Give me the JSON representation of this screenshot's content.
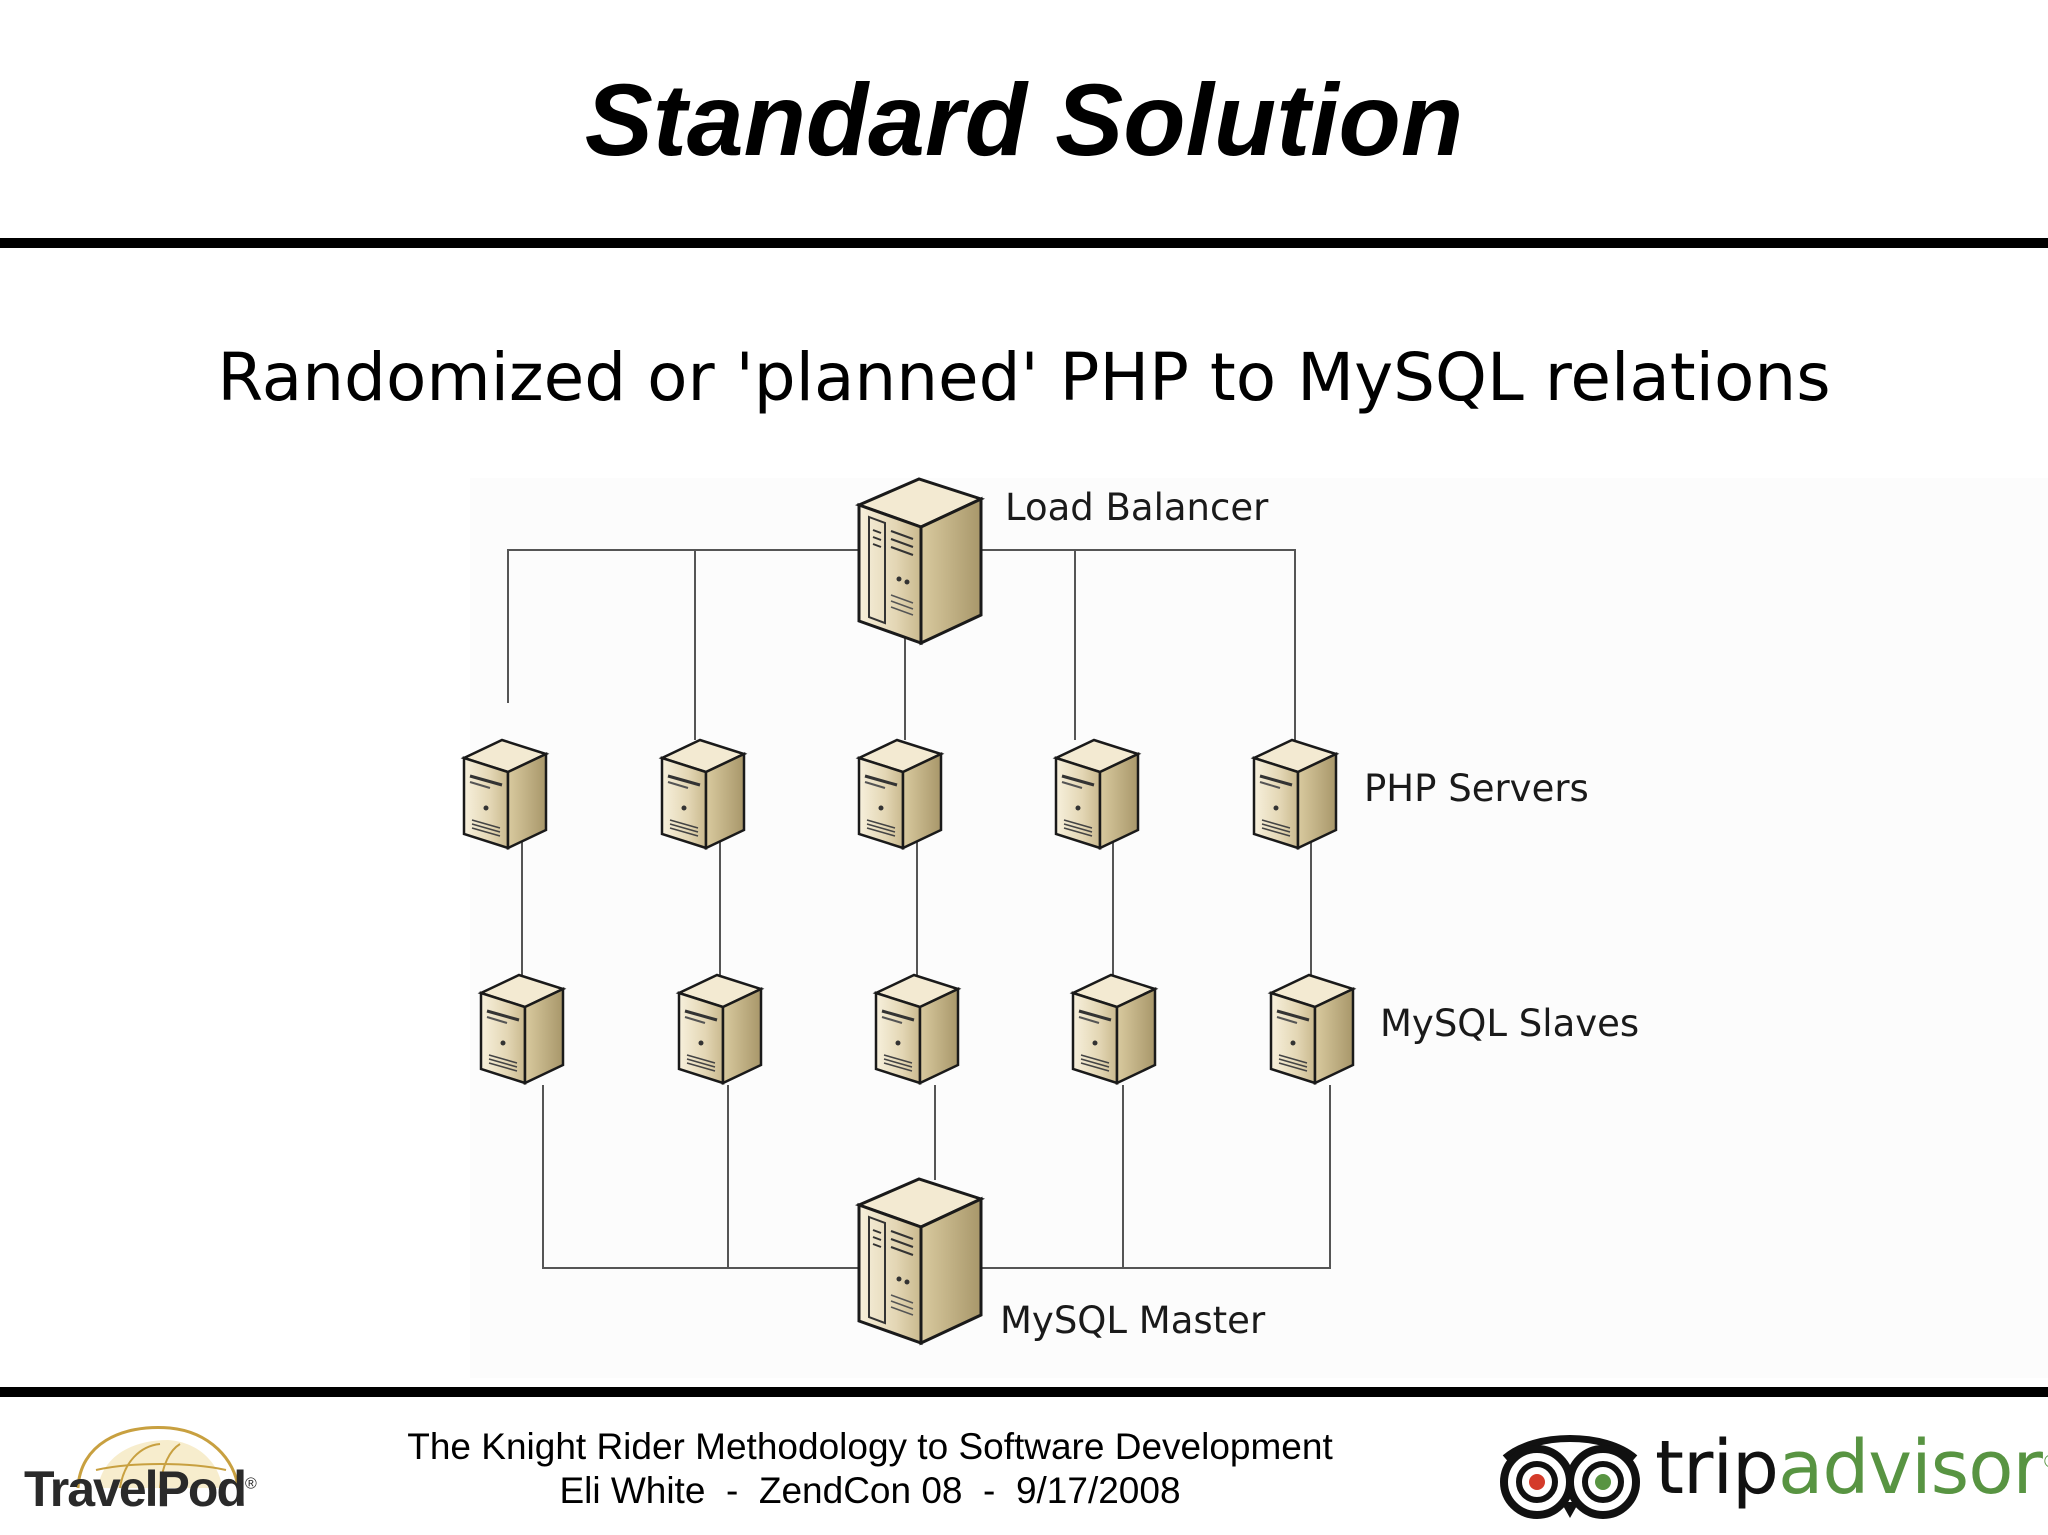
{
  "slide": {
    "title": "Standard Solution",
    "subtitle": "Randomized or 'planned' PHP to MySQL relations"
  },
  "diagram": {
    "load_balancer_label": "Load Balancer",
    "php_servers_label": "PHP Servers",
    "mysql_slaves_label": "MySQL Slaves",
    "mysql_master_label": "MySQL Master",
    "php_server_count": 5,
    "mysql_slave_count": 5
  },
  "footer": {
    "line1": "The Knight Rider Methodology to Software Development",
    "line2": "Eli White  -  ZendCon 08  -  9/17/2008",
    "left_logo_text": "TravelPod",
    "right_logo_text_trip": "trip",
    "right_logo_text_advisor": "advisor",
    "trademark": "®",
    "left_logo_icon": "globe-icon",
    "right_logo_icon": "owl-eyes-icon"
  },
  "colors": {
    "rule": "#000000",
    "tripadvisor_green": "#589442",
    "travelpod_gold": "#c8a040",
    "server_body": "#e8dcc0",
    "server_dark": "#a89a70"
  }
}
